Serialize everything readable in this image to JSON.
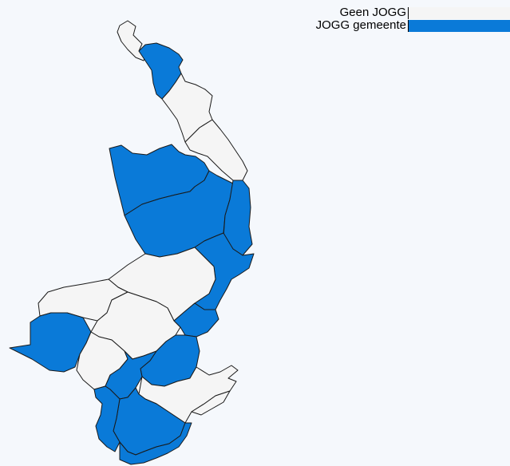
{
  "legend": {
    "items": [
      {
        "label": "Geen JOGG",
        "color": "#f5f5f5"
      },
      {
        "label": "JOGG gemeente",
        "color": "#0a7ad8"
      }
    ]
  },
  "colors": {
    "background": "#f5f8fc",
    "border": "#1a1a1a"
  },
  "regions": [
    {
      "status": "Geen JOGG"
    },
    {
      "status": "JOGG gemeente"
    },
    {
      "status": "Geen JOGG"
    },
    {
      "status": "Geen JOGG"
    },
    {
      "status": "JOGG gemeente"
    },
    {
      "status": "JOGG gemeente"
    },
    {
      "status": "JOGG gemeente"
    },
    {
      "status": "JOGG gemeente"
    },
    {
      "status": "Geen JOGG"
    },
    {
      "status": "Geen JOGG"
    },
    {
      "status": "Geen JOGG"
    },
    {
      "status": "JOGG gemeente"
    },
    {
      "status": "JOGG gemeente"
    },
    {
      "status": "Geen JOGG"
    },
    {
      "status": "JOGG gemeente"
    },
    {
      "status": "JOGG gemeente"
    },
    {
      "status": "Geen JOGG"
    },
    {
      "status": "JOGG gemeente"
    },
    {
      "status": "JOGG gemeente"
    },
    {
      "status": "Geen JOGG"
    },
    {
      "status": "JOGG gemeente"
    }
  ]
}
